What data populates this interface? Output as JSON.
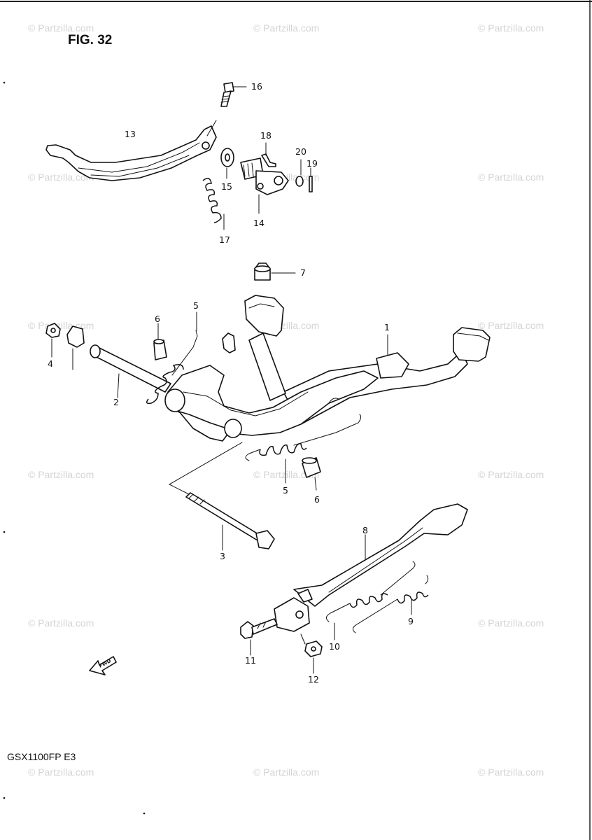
{
  "figure": {
    "title": "FIG. 32",
    "model_code": "GSX1100FP  E3",
    "direction_arrow_text": "FWD",
    "watermark_text": "© Partzilla.com"
  },
  "callouts": [
    {
      "id": "c1",
      "label": "1"
    },
    {
      "id": "c2",
      "label": "2"
    },
    {
      "id": "c3",
      "label": "3"
    },
    {
      "id": "c4",
      "label": "4"
    },
    {
      "id": "c5a",
      "label": "5"
    },
    {
      "id": "c5b",
      "label": "5"
    },
    {
      "id": "c6a",
      "label": "6"
    },
    {
      "id": "c6b",
      "label": "6"
    },
    {
      "id": "c7",
      "label": "7"
    },
    {
      "id": "c8",
      "label": "8"
    },
    {
      "id": "c9",
      "label": "9"
    },
    {
      "id": "c10",
      "label": "10"
    },
    {
      "id": "c11",
      "label": "11"
    },
    {
      "id": "c12",
      "label": "12"
    },
    {
      "id": "c13",
      "label": "13"
    },
    {
      "id": "c14",
      "label": "14"
    },
    {
      "id": "c15",
      "label": "15"
    },
    {
      "id": "c16",
      "label": "16"
    },
    {
      "id": "c17",
      "label": "17"
    },
    {
      "id": "c18",
      "label": "18"
    },
    {
      "id": "c19",
      "label": "19"
    },
    {
      "id": "c20",
      "label": "20"
    }
  ]
}
